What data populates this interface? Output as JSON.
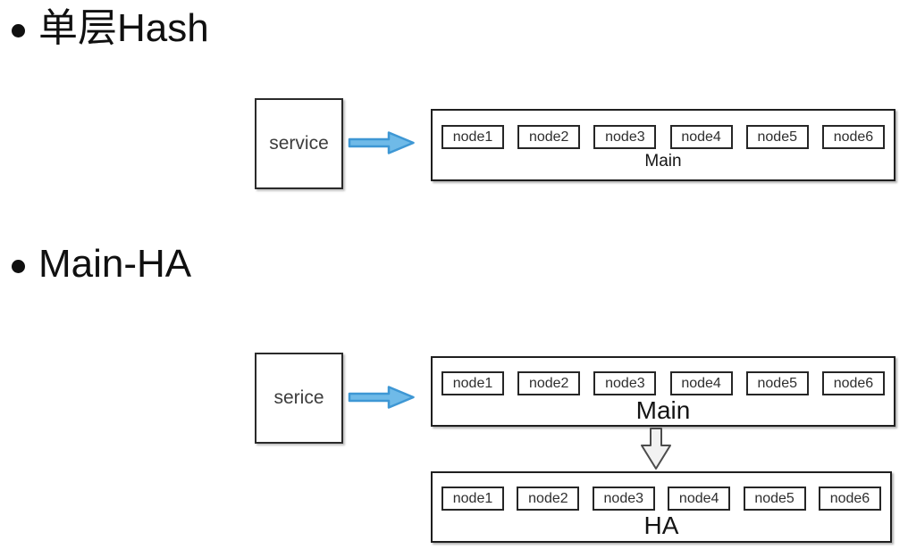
{
  "colors": {
    "background": "#ffffff",
    "heading_text": "#101010",
    "box_border": "#1f1f1f",
    "arrow_fill": "#6fbae8",
    "arrow_stroke": "#3e97d4",
    "down_arrow_fill": "#f2f2f2",
    "down_arrow_stroke": "#4c4c4c"
  },
  "section1": {
    "heading": "单层Hash",
    "service_label": "service",
    "main_cluster": {
      "label": "Main",
      "nodes": [
        "node1",
        "node2",
        "node3",
        "node4",
        "node5",
        "node6"
      ]
    }
  },
  "section2": {
    "heading": "Main-HA",
    "service_label": "serice",
    "main_cluster": {
      "label": "Main",
      "nodes": [
        "node1",
        "node2",
        "node3",
        "node4",
        "node5",
        "node6"
      ]
    },
    "ha_cluster": {
      "label": "HA",
      "nodes": [
        "node1",
        "node2",
        "node3",
        "node4",
        "node5",
        "node6"
      ]
    }
  }
}
